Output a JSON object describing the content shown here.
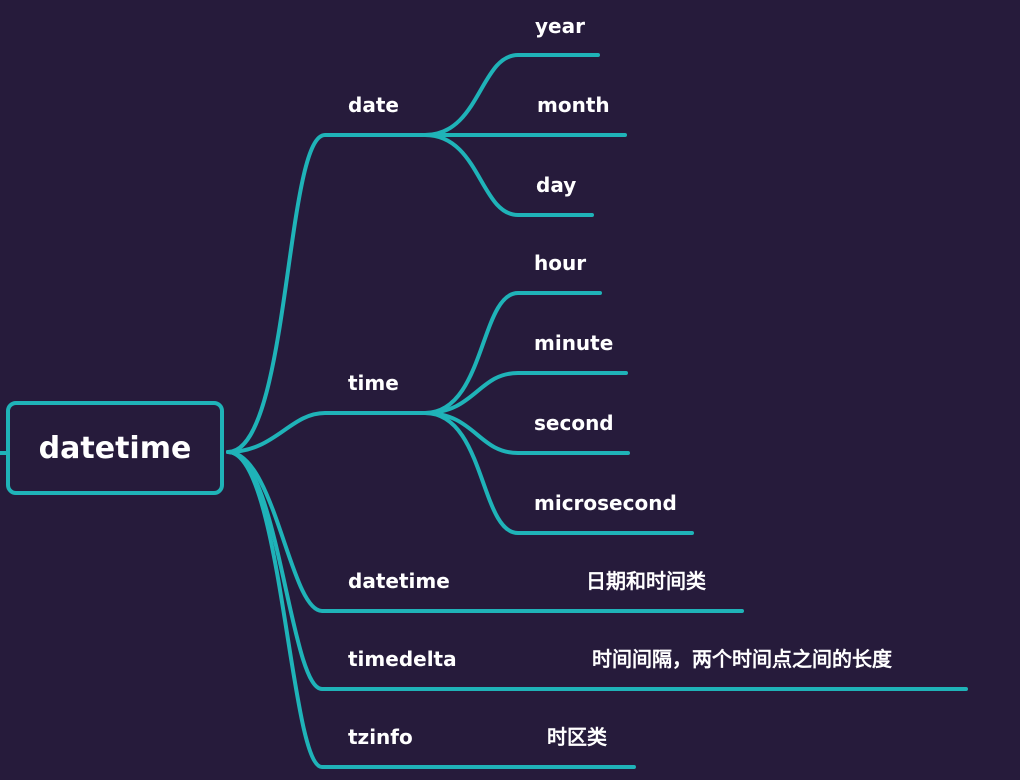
{
  "root": {
    "label": "datetime"
  },
  "branches": [
    {
      "label": "date",
      "children": [
        "year",
        "month",
        "day"
      ]
    },
    {
      "label": "time",
      "children": [
        "hour",
        "minute",
        "second",
        "microsecond"
      ]
    },
    {
      "label": "datetime",
      "note": "日期和时间类"
    },
    {
      "label": "timedelta",
      "note": "时间间隔，两个时间点之间的长度"
    },
    {
      "label": "tzinfo",
      "note": "时区类"
    }
  ],
  "colors": {
    "background": "#261b3b",
    "line": "#1fb3b8",
    "text": "#ffffff"
  }
}
